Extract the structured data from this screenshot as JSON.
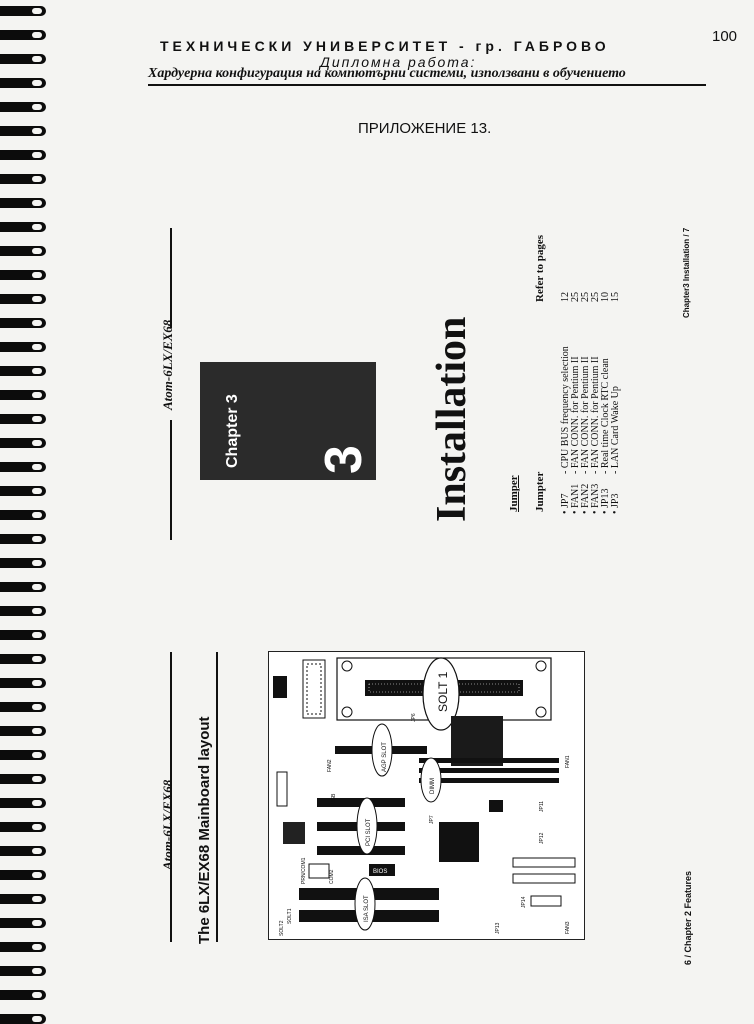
{
  "page_number": "100",
  "header": {
    "university": "ТЕХНИЧЕСКИ УНИВЕРСИТЕТ - гр. ГАБРОВО",
    "thesis_type": "Дипломна работа:",
    "title": "Хардуерна конфигурация на компютърни системи, използвани в обучението"
  },
  "appendix_label": "ПРИЛОЖЕНИЕ 13.",
  "left_page": {
    "brand": "Atom-6LX/EX68",
    "heading": "The 6LX/EX68 Mainboard layout",
    "footer": "6 / Chapter 2 Features",
    "board_labels": {
      "solt1_big": "SOLT 1",
      "agp_slot": "AGP SLOT",
      "pci_slot": "PCI SLOT",
      "isa_slot": "ISA SLOT",
      "dimm": "DIMM",
      "bios": "BIOS",
      "solt1": "SOLT1",
      "solt2": "SOLT2",
      "prn_com1": "PRN/COM1",
      "com2": "COM2",
      "usb": "USB",
      "fan1": "FAN1",
      "fan2": "FAN2",
      "fan3": "FAN3",
      "jp6": "JP6",
      "jp7": "JP7",
      "jp11": "JP11",
      "jp12": "JP12",
      "jp13": "JP13",
      "jp14": "JP14"
    }
  },
  "right_page": {
    "brand": "Atom-6LX/EX68",
    "chapter_label": "Chapter 3",
    "chapter_number": "3",
    "title": "Installation",
    "section": "Jumper",
    "col_jumper": "Jumpter",
    "col_refer": "Refer to pages",
    "jumpers": [
      {
        "name": "• JP7",
        "desc": "- CPU BUS frequency selection",
        "page": "12"
      },
      {
        "name": "• FAN1",
        "desc": "- FAN CONN. for Pentium II",
        "page": "25"
      },
      {
        "name": "• FAN2",
        "desc": "- FAN CONN. for Pentium II",
        "page": "25"
      },
      {
        "name": "• FAN3",
        "desc": "- FAN CONN. for Pentium II",
        "page": "25"
      },
      {
        "name": "• JP13",
        "desc": "- Real time Clock RTC clean",
        "page": "10"
      },
      {
        "name": "• JP3",
        "desc": "- LAN Card Wake Up",
        "page": "15"
      }
    ],
    "footer": "Chapter3 Installation / 7"
  }
}
